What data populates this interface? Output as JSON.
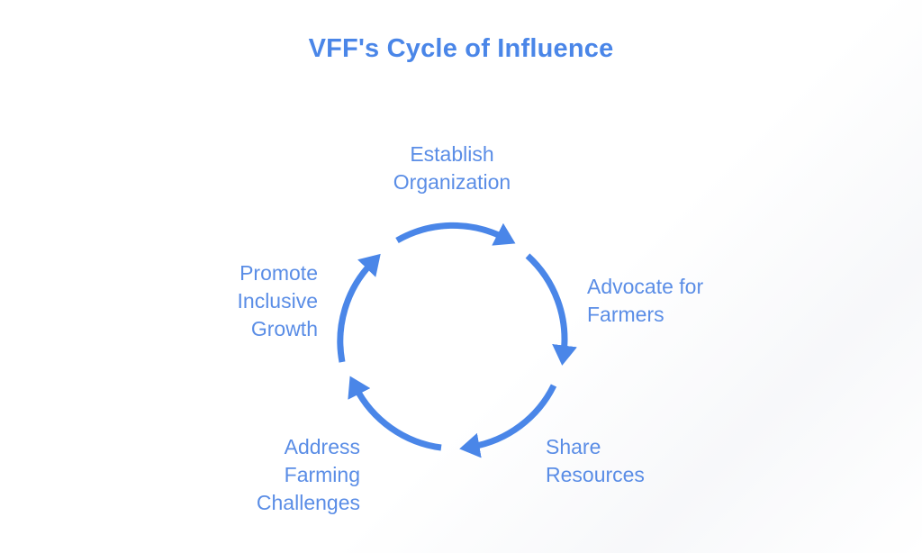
{
  "title": "VFF's Cycle of Influence",
  "colors": {
    "accent": "#4a86e8",
    "label": "#5a8de6",
    "background": "#ffffff"
  },
  "cycle": {
    "steps": [
      {
        "id": "establish",
        "lines": [
          "Establish",
          "Organization"
        ]
      },
      {
        "id": "advocate",
        "lines": [
          "Advocate for",
          "Farmers"
        ]
      },
      {
        "id": "share",
        "lines": [
          "Share",
          "Resources"
        ]
      },
      {
        "id": "address",
        "lines": [
          "Address",
          "Farming",
          "Challenges"
        ]
      },
      {
        "id": "promote",
        "lines": [
          "Promote",
          "Inclusive",
          "Growth"
        ]
      }
    ],
    "arrow_direction": "clockwise"
  }
}
